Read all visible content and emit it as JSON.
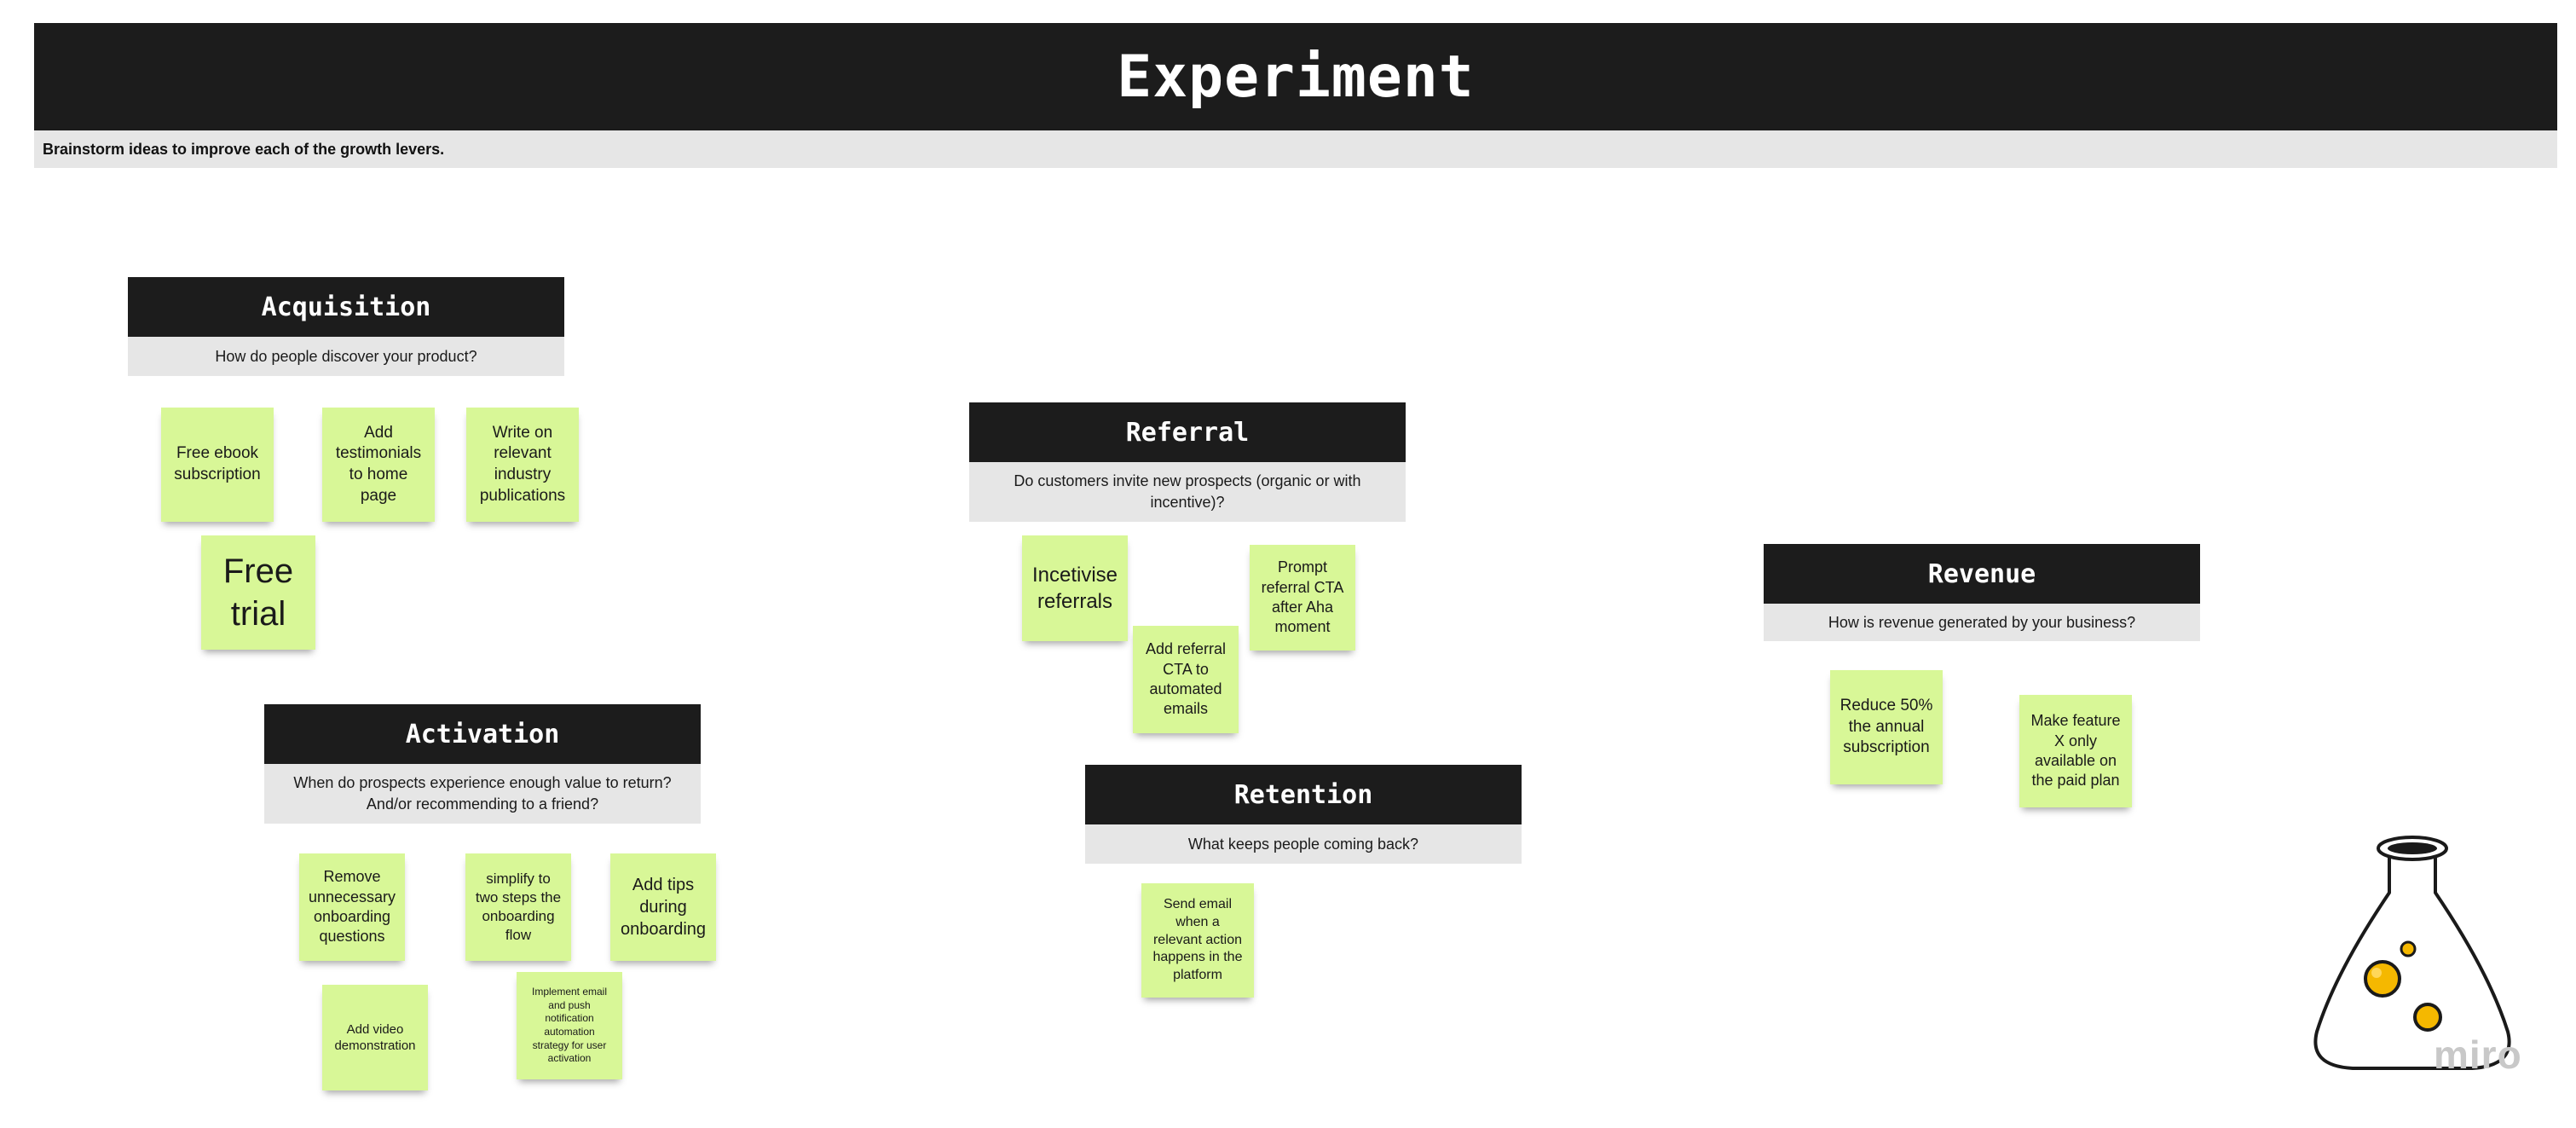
{
  "board": {
    "title": "Experiment",
    "subtitle": "Brainstorm ideas to improve each of the growth levers."
  },
  "sections": {
    "acquisition": {
      "title": "Acquisition",
      "question": "How do people discover your product?",
      "stickies": [
        "Free ebook subscription",
        "Add testimonials to home page",
        "Write on relevant industry publications",
        "Free trial"
      ]
    },
    "activation": {
      "title": "Activation",
      "question": "When do prospects experience enough value to return? And/or recommending to a friend?",
      "stickies": [
        "Remove unnecessary onboarding questions",
        "simplify to two steps the onboarding flow",
        "Add tips during onboarding",
        "Add video demonstration",
        "Implement  email and push notification automation strategy for user activation"
      ]
    },
    "referral": {
      "title": "Referral",
      "question": "Do customers invite new prospects (organic or with incentive)?",
      "stickies": [
        "Incetivise referrals",
        "Prompt referral CTA after Aha moment",
        "Add referral CTA to automated emails"
      ]
    },
    "retention": {
      "title": "Retention",
      "question": "What keeps people coming back?",
      "stickies": [
        "Send email when a relevant action happens in the platform"
      ]
    },
    "revenue": {
      "title": "Revenue",
      "question": "How is revenue generated by your business?",
      "stickies": [
        "Reduce 50% the annual subscription",
        "Make feature X only available on the paid plan"
      ]
    }
  },
  "colors": {
    "header_bg": "#1c1c1c",
    "question_bg": "#e6e6e6",
    "sticky": "#d8f797",
    "flask_bubble": "#f5b800"
  },
  "watermark": "miro"
}
